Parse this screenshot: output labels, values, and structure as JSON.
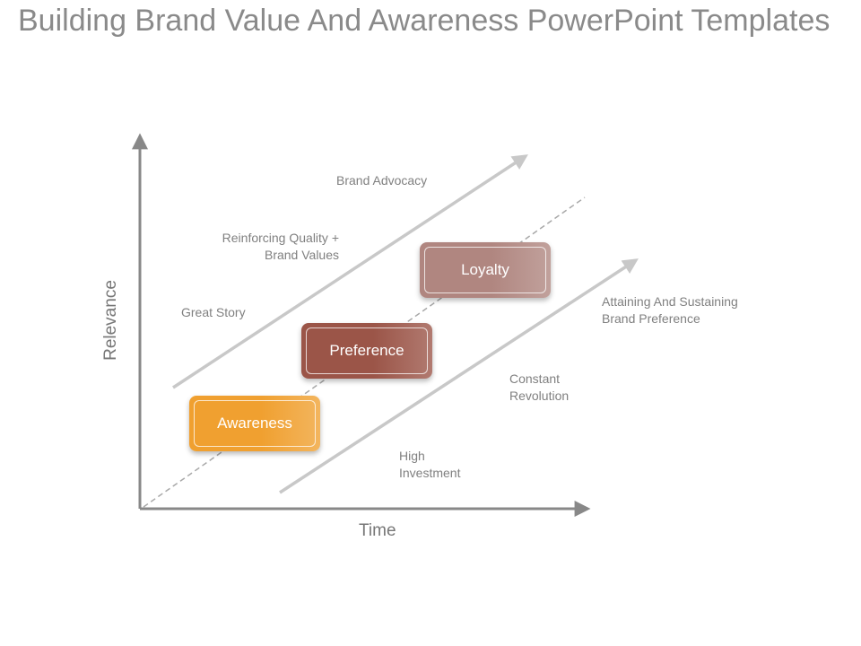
{
  "title": "Building Brand Value And Awareness PowerPoint Templates",
  "axes": {
    "x_label": "Time",
    "y_label": "Relevance"
  },
  "stages": [
    {
      "label": "Awareness",
      "color": "#F0A030"
    },
    {
      "label": "Preference",
      "color": "#9B5548"
    },
    {
      "label": "Loyalty",
      "color": "#B08680"
    }
  ],
  "annotations": {
    "brand_advocacy": "Brand Advocacy",
    "reinforcing_1": "Reinforcing Quality +",
    "reinforcing_2": "Brand Values",
    "great_story": "Great Story",
    "attaining_1": "Attaining And Sustaining",
    "attaining_2": "Brand Preference",
    "constant_1": "Constant",
    "constant_2": "Revolution",
    "high_1": "High",
    "high_2": "Investment"
  },
  "colors": {
    "axis": "#888888",
    "arrow": "#C8C8C8",
    "dashed": "#A8A8A8"
  }
}
